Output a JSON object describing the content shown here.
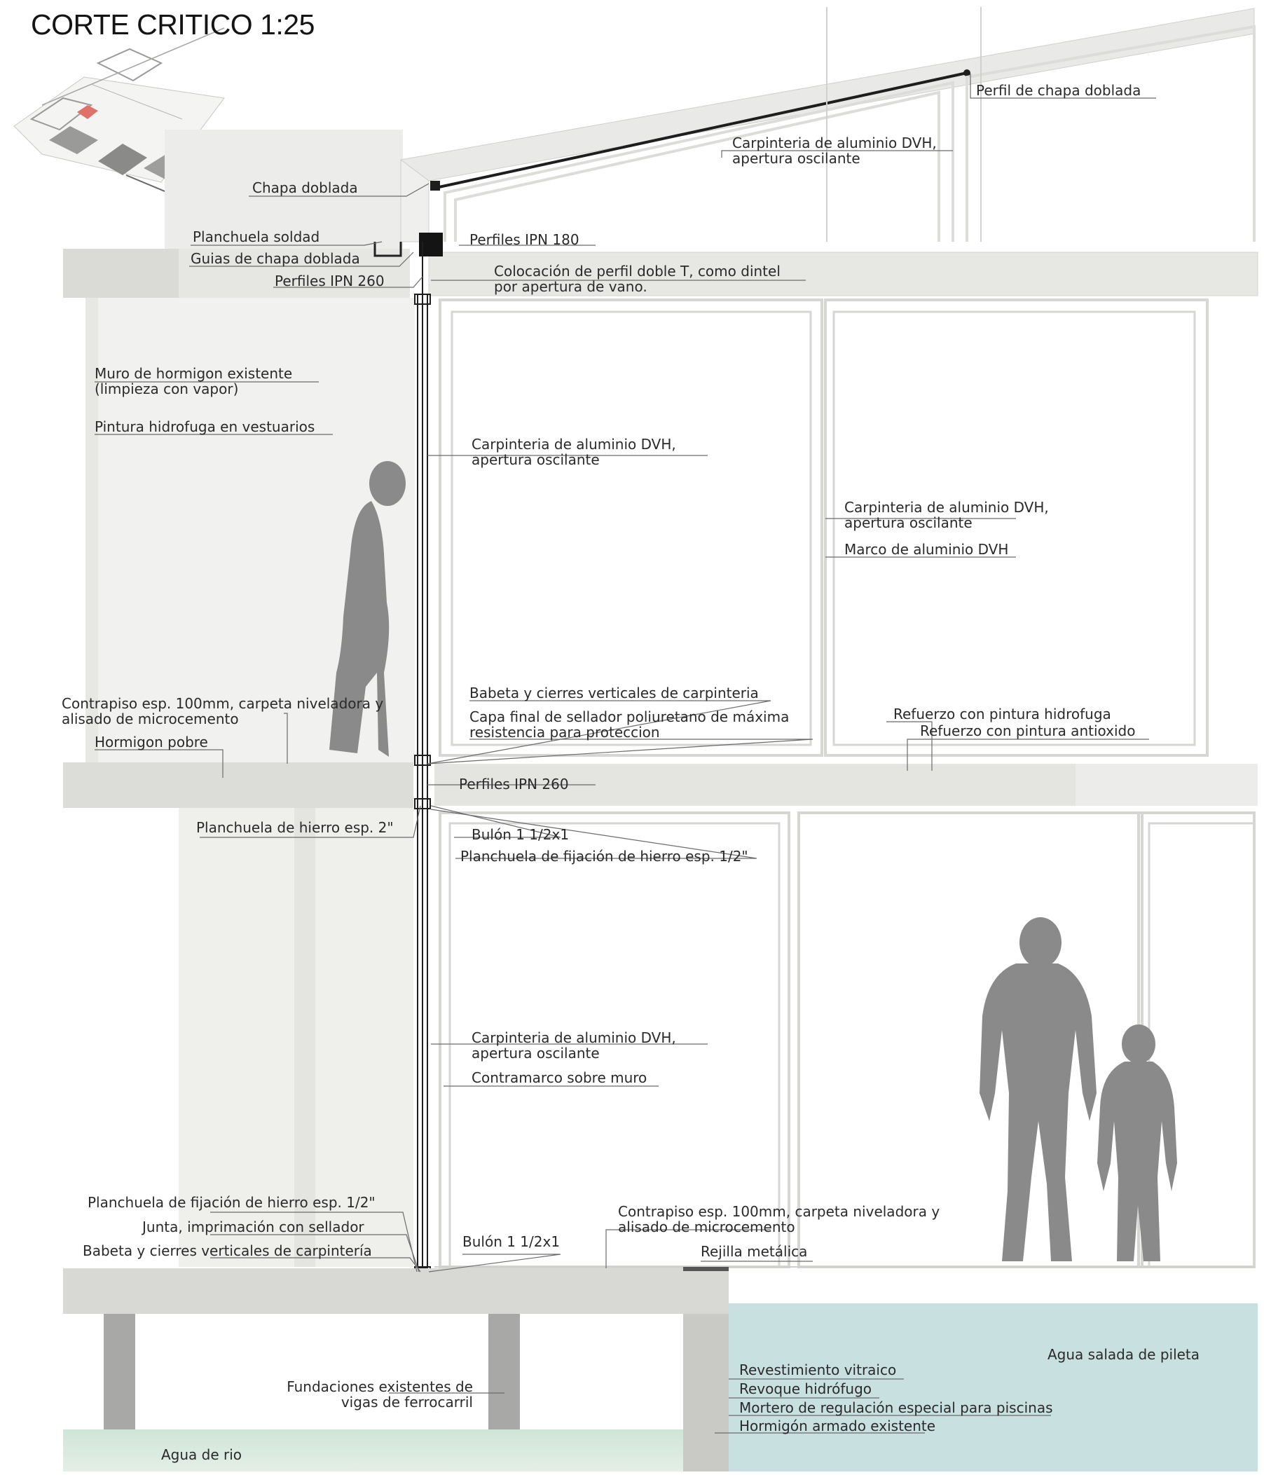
{
  "title": "CORTE CRITICO 1:25",
  "labels": {
    "perfil_chapa_doblada": "Perfil de chapa doblada",
    "carp_techo": "Carpinteria de aluminio DVH,\napertura oscilante",
    "chapa_doblada": "Chapa doblada",
    "planchuela_soldad": "Planchuela soldad",
    "guias_chapa": "Guias de chapa doblada",
    "perfiles_ipn180": "Perfiles IPN 180",
    "perfiles_ipn260_top": "Perfiles IPN 260",
    "perfil_doble_t": "Colocación de perfil doble T, como dintel\npor apertura de vano.",
    "muro_hormigon": "Muro de hormigon existente\n(limpieza con vapor)",
    "pintura_hidrofuga": "Pintura hidrofuga en vestuarios",
    "carp_superior": "Carpinteria de aluminio DVH,\napertura oscilante",
    "carp_derecha": "Carpinteria de aluminio DVH,\napertura oscilante",
    "marco_aluminio": "Marco de aluminio DVH",
    "contrapiso_sup": "Contrapiso esp. 100mm, carpeta niveladora y\nalisado de microcemento",
    "hormigon_pobre": "Hormigon pobre",
    "babeta_sup": "Babeta y cierres verticales de carpinteria",
    "capa_sellador": "Capa final de sellador poliuretano de máxima\nresistencia para proteccion",
    "refuerzo_hidrofuga": "Refuerzo con pintura hidrofuga",
    "refuerzo_antioxido": "Refuerzo con pintura antioxido",
    "perfiles_ipn260_mid": "Perfiles IPN 260",
    "planchuela_hierro_2": "Planchuela de hierro esp. 2\"",
    "bulon_top": "Bulón 1 1/2x1",
    "planchuela_fijacion_top": "Planchuela de fijación de hierro esp. 1/2\"",
    "carp_inferior": "Carpinteria de aluminio DVH,\napertura oscilante",
    "contramarco": "Contramarco sobre muro",
    "planchuela_fijacion_bot": "Planchuela de fijación de hierro esp. 1/2\"",
    "junta": "Junta, imprimación con sellador",
    "babeta_inf": "Babeta y cierres verticales de carpintería",
    "bulon_bot": "Bulón 1 1/2x1",
    "contrapiso_inf": "Contrapiso esp. 100mm, carpeta niveladora y\nalisado de microcemento",
    "rejilla": "Rejilla metálica",
    "agua_salada": "Agua salada de pileta",
    "revestimiento": "Revestimiento vitraico",
    "revoque": "Revoque hidrófugo",
    "mortero": "Mortero de regulación especial para piscinas",
    "hormigon_armado": "Hormigón armado existente",
    "fundaciones": "Fundaciones existentes de\nvigas de ferrocarril",
    "agua_rio": "Agua de rio"
  },
  "colors": {
    "concrete": "#e9e9e6",
    "wall": "#f1f1ef",
    "slab": "#dededc",
    "pool": "#c9e0e1",
    "river": "#d2e6dc",
    "silhouette": "#8a8a8a",
    "line": "#3a3a3a",
    "frame": "#d9d9d6",
    "accent": "#e0706a"
  }
}
